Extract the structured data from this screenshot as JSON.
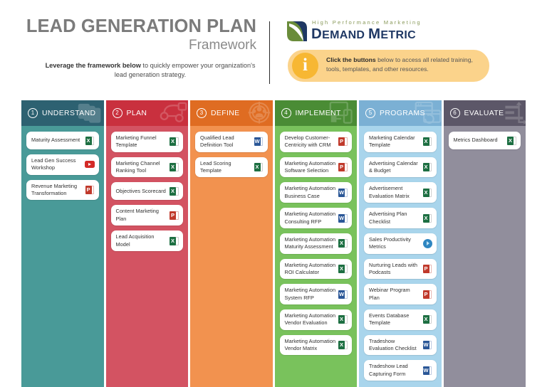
{
  "header": {
    "title": "LEAD GENERATION PLAN",
    "subtitle": "Framework",
    "lede_bold": "Leverage the framework below",
    "lede_rest": " to quickly empower your organization's lead generation strategy.",
    "logo_tagline": "High Performance Marketing",
    "logo_name_1": "D",
    "logo_name_2": "EMAND ",
    "logo_name_3": "M",
    "logo_name_4": "ETRIC",
    "callout_icon": "info-icon",
    "callout_bold": "Click the buttons",
    "callout_rest": " below to access all related training, tools, templates, and other resources."
  },
  "colors": {
    "col1_header": "#2d6171",
    "col1_body": "#499a98",
    "col2_header": "#c9303e",
    "col2_body": "#d35362",
    "col3_header": "#df6c22",
    "col3_body": "#f2924f",
    "col4_header": "#4a8c35",
    "col4_body": "#79c25c",
    "col5_header": "#7bb0d4",
    "col5_body": "#a9d5ec",
    "col6_header": "#5c5768",
    "col6_body": "#918e9c",
    "accent_amber": "#fbd38b",
    "logo_navy": "#1f3864",
    "logo_olive": "#8a9a5b"
  },
  "columns": [
    {
      "number": "1",
      "name": "UNDERSTAND",
      "glyph": "layers-icon",
      "items": [
        {
          "label": "Maturity Assessment",
          "icon": "excel-file-icon"
        },
        {
          "label": "Lead Gen Success Workshop",
          "icon": "youtube-video-icon"
        },
        {
          "label": "Revenue Marketing Transformation",
          "icon": "powerpoint-file-icon"
        }
      ]
    },
    {
      "number": "2",
      "name": "PLAN",
      "glyph": "workflow-icon",
      "items": [
        {
          "label": "Marketing Funnel Template",
          "icon": "excel-file-icon"
        },
        {
          "label": "Marketing Channel Ranking Tool",
          "icon": "excel-file-icon"
        },
        {
          "label": "Objectives Scorecard",
          "icon": "excel-file-icon"
        },
        {
          "label": "Content Marketing Plan",
          "icon": "powerpoint-file-icon"
        },
        {
          "label": "Lead Acquisition Model",
          "icon": "excel-file-icon"
        }
      ]
    },
    {
      "number": "3",
      "name": "DEFINE",
      "glyph": "target-people-icon",
      "items": [
        {
          "label": "Qualified Lead Definition Tool",
          "icon": "word-file-icon"
        },
        {
          "label": "Lead Scoring Template",
          "icon": "excel-file-icon"
        }
      ]
    },
    {
      "number": "4",
      "name": "IMPLEMENT",
      "glyph": "devices-icon",
      "items": [
        {
          "label": "Develop Customer-Centricity with CRM",
          "icon": "powerpoint-file-icon"
        },
        {
          "label": "Marketing Automation Software Selection",
          "icon": "powerpoint-file-icon"
        },
        {
          "label": "Marketing Automation Business Case",
          "icon": "word-file-icon"
        },
        {
          "label": "Marketing Automation Consulting RFP",
          "icon": "word-file-icon"
        },
        {
          "label": "Marketing Automation Maturity Assessment",
          "icon": "excel-file-icon"
        },
        {
          "label": "Marketing Automation ROI Calculator",
          "icon": "excel-file-icon"
        },
        {
          "label": "Marketing Automation System RFP",
          "icon": "word-file-icon"
        },
        {
          "label": "Marketing Automation Vendor Evaluation",
          "icon": "excel-file-icon"
        },
        {
          "label": "Marketing Automation Vendor Matrix",
          "icon": "excel-file-icon"
        }
      ]
    },
    {
      "number": "5",
      "name": "PROGRAMS",
      "glyph": "browser-refresh-icon",
      "items": [
        {
          "label": "Marketing Calendar Template",
          "icon": "excel-file-icon"
        },
        {
          "label": "Advertising Calendar & Budget",
          "icon": "excel-file-icon"
        },
        {
          "label": "Advertisement Evaluation Matrix",
          "icon": "excel-file-icon"
        },
        {
          "label": "Advertising Plan Checklist",
          "icon": "excel-file-icon"
        },
        {
          "label": "Sales Productivity Metrics",
          "icon": "video-circle-icon"
        },
        {
          "label": "Nurturing Leads with Podcasts",
          "icon": "powerpoint-file-icon"
        },
        {
          "label": "Webinar Program Plan",
          "icon": "powerpoint-file-icon"
        },
        {
          "label": "Events Database Template",
          "icon": "excel-file-icon"
        },
        {
          "label": "Tradeshow Evaluation Checklist",
          "icon": "word-file-icon"
        },
        {
          "label": "Tradeshow Lead Capturing Form",
          "icon": "word-file-icon"
        }
      ]
    },
    {
      "number": "6",
      "name": "EVALUATE",
      "glyph": "bar-chart-arrow-icon",
      "items": [
        {
          "label": "Metrics Dashboard",
          "icon": "excel-file-icon"
        }
      ]
    }
  ]
}
